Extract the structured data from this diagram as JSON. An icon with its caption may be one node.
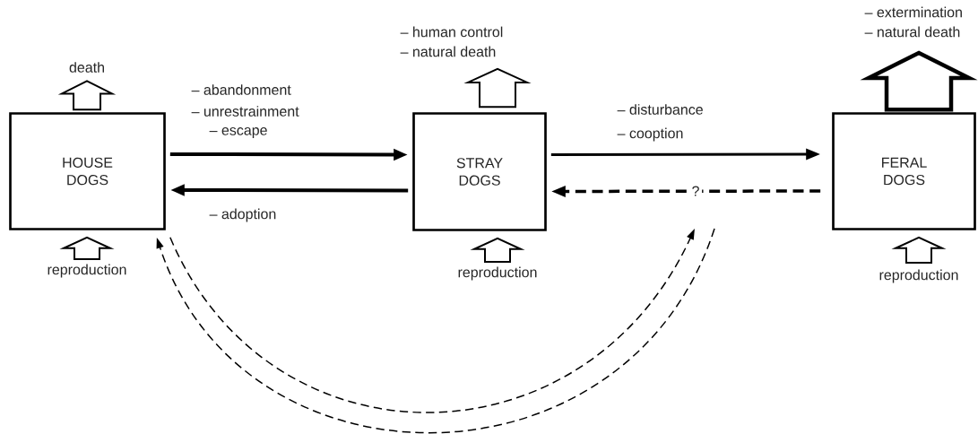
{
  "diagram": {
    "nodes": [
      {
        "text": [
          "HOUSE DOGS"
        ]
      },
      {
        "text": [
          "STRAY DOGS"
        ]
      },
      {
        "text": [
          "FERAL DOGS"
        ]
      },
      {
        "text": [
          "death"
        ]
      },
      {
        "text": [
          "reproduction"
        ]
      },
      {
        "text": [
          "– human control",
          "– natural death"
        ]
      },
      {
        "text": [
          "reproduction"
        ]
      },
      {
        "text": [
          "– extermination",
          "– natural death"
        ]
      },
      {
        "text": [
          "reproduction"
        ]
      }
    ],
    "edges": [
      {
        "from": 0,
        "to": 3,
        "arrow": "to"
      },
      {
        "from": 4,
        "to": 0,
        "arrow": "to"
      },
      {
        "from": 1,
        "to": 5,
        "arrow": "to"
      },
      {
        "from": 6,
        "to": 1,
        "arrow": "to"
      },
      {
        "from": 2,
        "to": 7,
        "arrow": "to",
        "style": "thick"
      },
      {
        "from": 8,
        "to": 2,
        "arrow": "to"
      },
      {
        "from": 0,
        "to": 1,
        "arrow": "to"
      },
      {
        "from": 1,
        "to": 0,
        "arrow": "to"
      },
      {
        "from": 1,
        "to": 2,
        "arrow": "to"
      },
      {
        "from": 2,
        "to": 1,
        "arrow": "to",
        "style": "dashed",
        "label": "?"
      },
      {
        "from": 0,
        "to": null,
        "arrow": "to",
        "style": "dashed"
      },
      {
        "from": null,
        "to": 0,
        "arrow": "to",
        "style": "dashed"
      }
    ],
    "labels": [
      "– abandonment",
      "– unrestrainment",
      "– escape",
      "– adoption",
      "– disturbance",
      "– cooption"
    ]
  }
}
